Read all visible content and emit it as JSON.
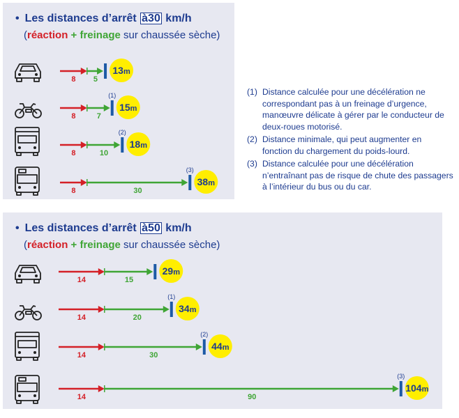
{
  "colors": {
    "reaction": "#d42027",
    "braking": "#3fa535",
    "text": "#1d3b8f",
    "barrier": "#1d5aa6",
    "bubble": "#ffee00",
    "panel_bg": "#e7e8f1"
  },
  "panels": [
    {
      "bullet": "•",
      "title_prefix": "Les distances d’arrêt",
      "title_a": "à",
      "title_speed": "30",
      "title_unit": "km/h",
      "subtitle_open": "(",
      "subtitle_reaction": "réaction",
      "subtitle_plus": " + ",
      "subtitle_braking": "freinage",
      "subtitle_rest": " sur chaussée sèche)",
      "rows": [
        {
          "vehicle": "car-icon",
          "reaction_m": 8,
          "braking_m": 5,
          "total": "13m",
          "note": ""
        },
        {
          "vehicle": "motorbike-icon",
          "reaction_m": 8,
          "braking_m": 7,
          "total": "15m",
          "note": "(1)"
        },
        {
          "vehicle": "truck-icon",
          "reaction_m": 8,
          "braking_m": 10,
          "total": "18m",
          "note": "(2)"
        },
        {
          "vehicle": "bus-icon",
          "reaction_m": 8,
          "braking_m": 30,
          "total": "38m",
          "note": "(3)"
        }
      ]
    },
    {
      "bullet": "•",
      "title_prefix": "Les distances d’arrêt",
      "title_a": "à",
      "title_speed": "50",
      "title_unit": "km/h",
      "subtitle_open": "(",
      "subtitle_reaction": "réaction",
      "subtitle_plus": " + ",
      "subtitle_braking": "freinage",
      "subtitle_rest": " sur chaussée sèche)",
      "rows": [
        {
          "vehicle": "car-icon",
          "reaction_m": 14,
          "braking_m": 15,
          "total": "29m",
          "note": ""
        },
        {
          "vehicle": "motorbike-icon",
          "reaction_m": 14,
          "braking_m": 20,
          "total": "34m",
          "note": "(1)"
        },
        {
          "vehicle": "truck-icon",
          "reaction_m": 14,
          "braking_m": 30,
          "total": "44m",
          "note": "(2)"
        },
        {
          "vehicle": "bus-icon",
          "reaction_m": 14,
          "braking_m": 90,
          "total": "104m",
          "note": "(3)"
        }
      ]
    }
  ],
  "notes": [
    {
      "num": "(1)",
      "text": "Distance calculée pour une décélération ne correspondant pas à un freinage d’urgence, manœuvre délicate à gérer par le conducteur de deux-roues motorisé."
    },
    {
      "num": "(2)",
      "text": "Distance minimale, qui peut augmenter en fonction du chargement du poids-lourd."
    },
    {
      "num": "(3)",
      "text": "Distance calculée pour une décélération n’entraînant pas de risque de chute des passagers à l’intérieur du bus ou du car."
    }
  ]
}
